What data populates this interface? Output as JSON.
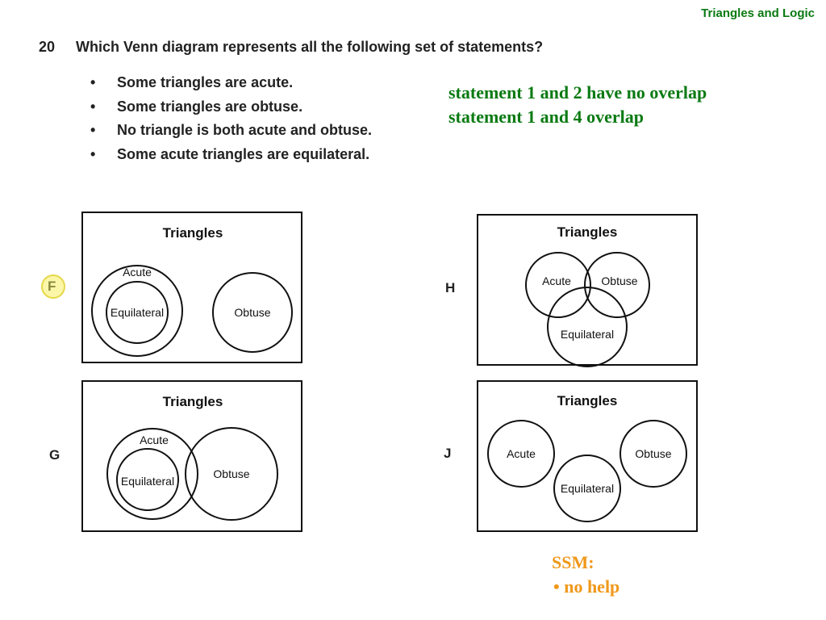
{
  "header": {
    "corner_title": "Triangles and Logic"
  },
  "question": {
    "number": "20",
    "text": "Which Venn diagram represents all the following set of statements?",
    "bullet_symbol": "•",
    "statements": [
      "Some triangles are acute.",
      "Some triangles are obtuse.",
      "No triangle is both acute and obtuse.",
      "Some acute triangles are equilateral."
    ]
  },
  "notes": [
    "statement 1 and 2 have no overlap",
    "statement 1 and 4 overlap"
  ],
  "choices": {
    "F": {
      "letter": "F",
      "title": "Triangles",
      "labels": [
        "Acute",
        "Equilateral",
        "Obtuse"
      ]
    },
    "G": {
      "letter": "G",
      "title": "Triangles",
      "labels": [
        "Acute",
        "Equilateral",
        "Obtuse"
      ]
    },
    "H": {
      "letter": "H",
      "title": "Triangles",
      "labels": [
        "Acute",
        "Obtuse",
        "Equilateral"
      ]
    },
    "J": {
      "letter": "J",
      "title": "Triangles",
      "labels": [
        "Acute",
        "Equilateral",
        "Obtuse"
      ]
    }
  },
  "highlight": {
    "selected": "F",
    "color": "#fbf6a8"
  },
  "ssm": {
    "heading": "SSM:",
    "bullet": "•",
    "items": [
      "no help"
    ]
  }
}
